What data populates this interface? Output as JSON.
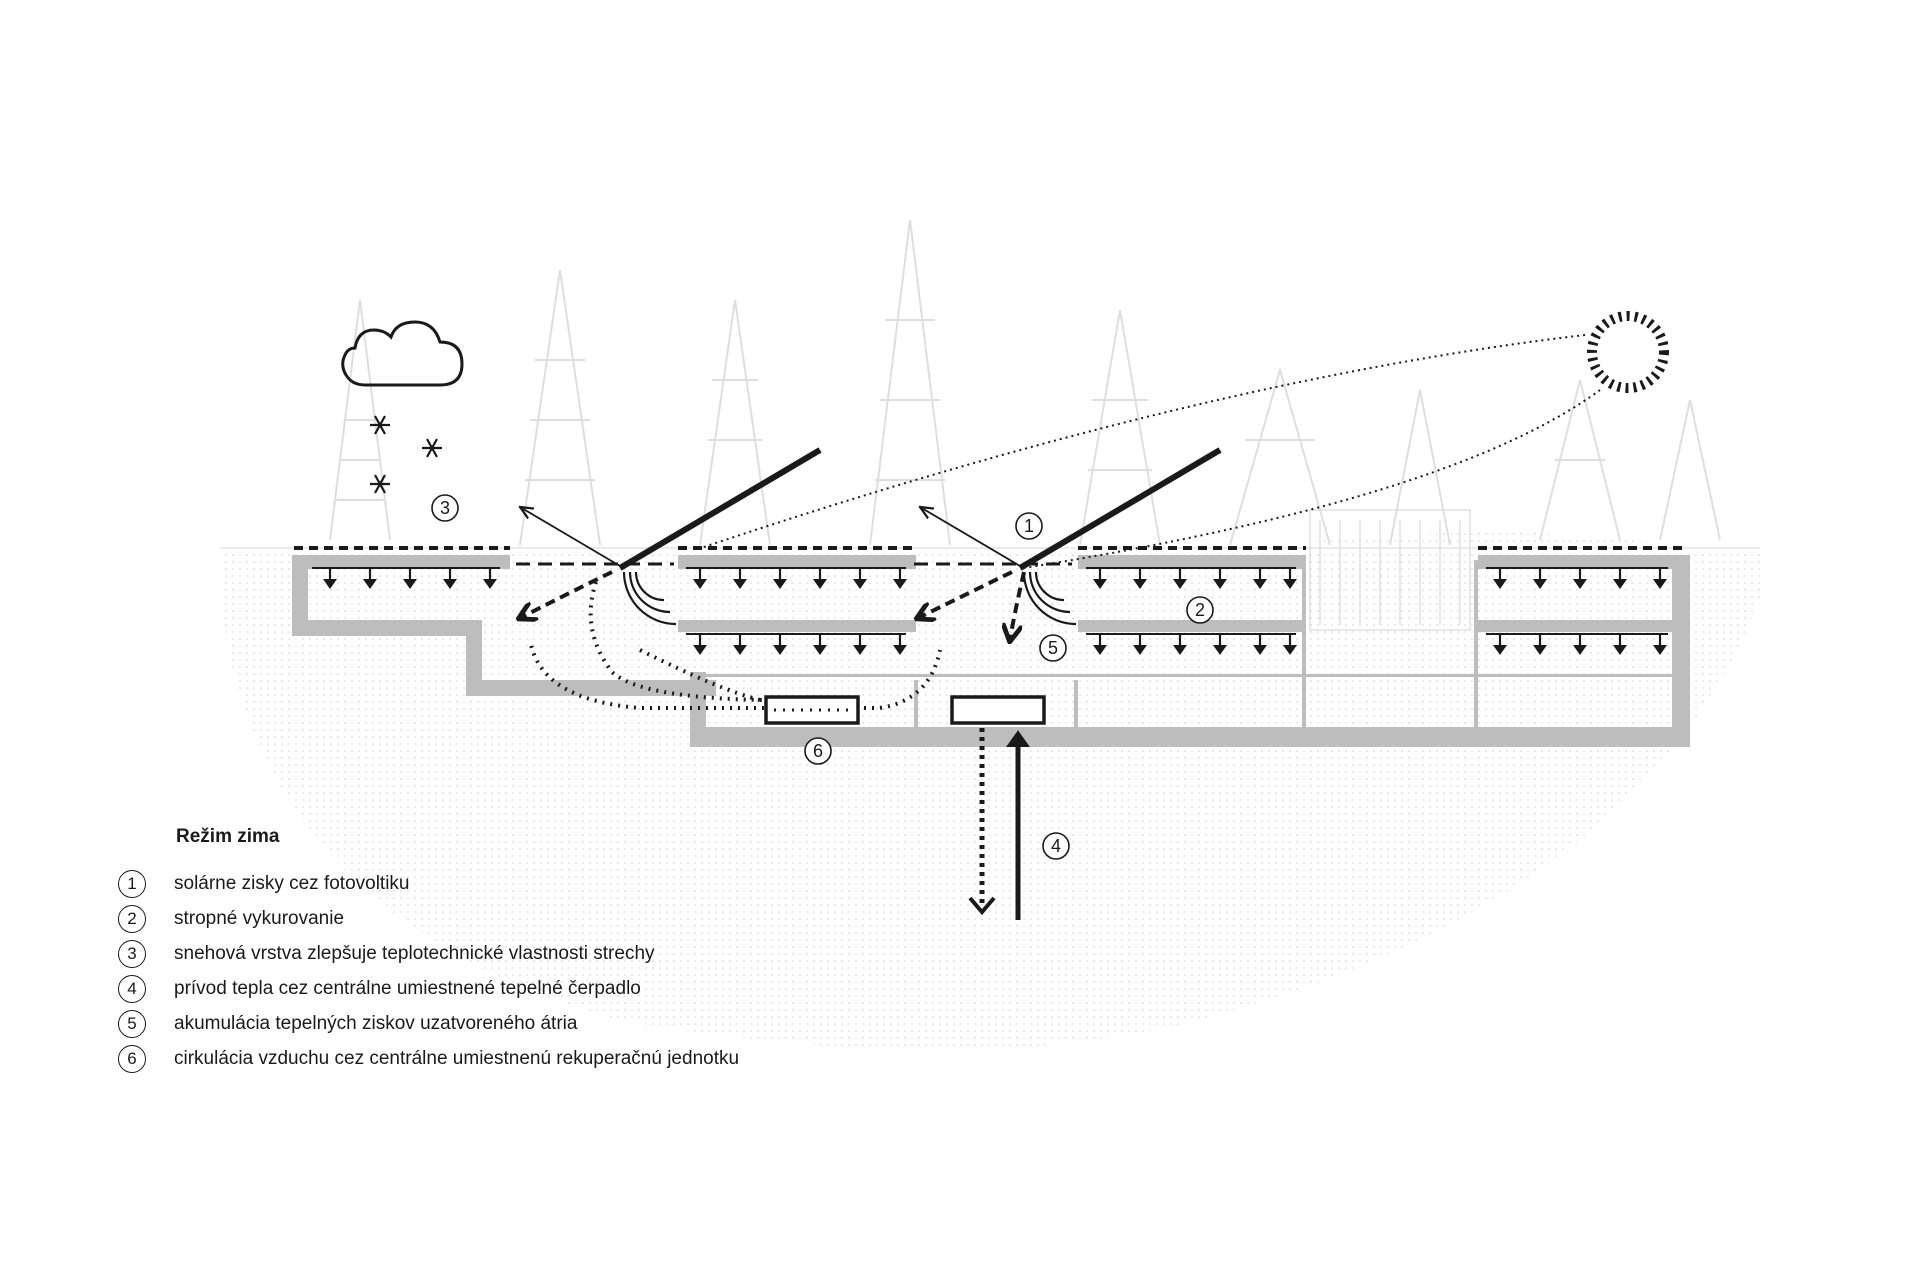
{
  "legend": {
    "title": "Režim zima",
    "items": [
      {
        "num": "1",
        "text": "solárne zisky cez fotovoltiku"
      },
      {
        "num": "2",
        "text": "stropné vykurovanie"
      },
      {
        "num": "3",
        "text": "snehová vrstva zlepšuje teplotechnické vlastnosti strechy"
      },
      {
        "num": "4",
        "text": "prívod tepla cez centrálne umiestnené tepelné čerpadlo"
      },
      {
        "num": "5",
        "text": "akumulácia tepelných ziskov uzatvoreného átria"
      },
      {
        "num": "6",
        "text": "cirkulácia vzduchu cez centrálne umiestnenú rekuperačnú jednotku"
      }
    ]
  },
  "markers": {
    "m1": "1",
    "m2": "2",
    "m3": "3",
    "m4": "4",
    "m5": "5",
    "m6": "6"
  },
  "colors": {
    "ink": "#1a1a1a",
    "slab": "#bdbdbd",
    "trees": "#dedede",
    "ground_dots": "#d0d0d0"
  }
}
